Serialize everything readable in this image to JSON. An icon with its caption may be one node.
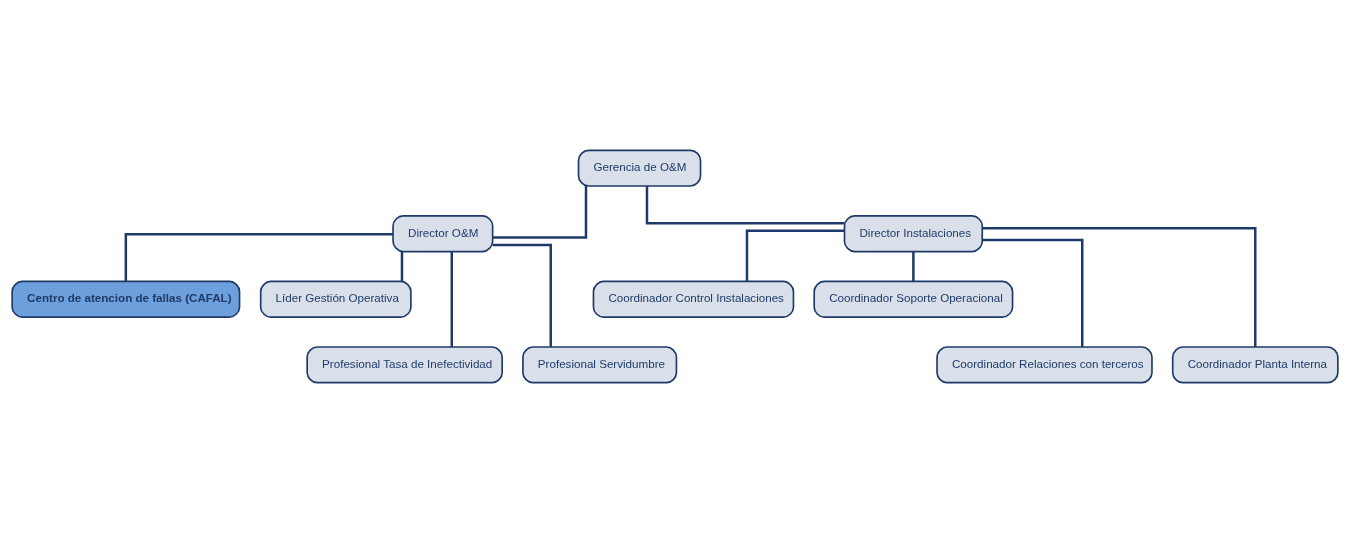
{
  "diagram": {
    "nodes": [
      {
        "text": [
          "Gerencia de O&M"
        ]
      },
      {
        "text": [
          "Director O&M"
        ]
      },
      {
        "text": [
          "Director Instalaciones"
        ]
      },
      {
        "text": [
          "Centro de atencion de fallas (CAFAL)"
        ]
      },
      {
        "text": [
          "Líder Gestión Operativa"
        ]
      },
      {
        "text": [
          "Profesional Tasa de Inefectividad"
        ]
      },
      {
        "text": [
          "Profesional Servidumbre"
        ]
      },
      {
        "text": [
          "Coordinador Control Instalaciones"
        ]
      },
      {
        "text": [
          "Coordinador Soporte Operacional"
        ]
      },
      {
        "text": [
          "Coordinador Relaciones con terceros"
        ]
      },
      {
        "text": [
          "Coordinador Planta Interna"
        ]
      }
    ],
    "edges": [
      {
        "from": 0,
        "to": 1,
        "arrow": "none"
      },
      {
        "from": 0,
        "to": 2,
        "arrow": "none"
      },
      {
        "from": 1,
        "to": 3,
        "arrow": "none"
      },
      {
        "from": 1,
        "to": 4,
        "arrow": "none"
      },
      {
        "from": 1,
        "to": 5,
        "arrow": "none"
      },
      {
        "from": 1,
        "to": 6,
        "arrow": "none"
      },
      {
        "from": 2,
        "to": 7,
        "arrow": "none"
      },
      {
        "from": 2,
        "to": 8,
        "arrow": "none"
      },
      {
        "from": 2,
        "to": 9,
        "arrow": "none"
      },
      {
        "from": 2,
        "to": 10,
        "arrow": "none"
      }
    ]
  }
}
